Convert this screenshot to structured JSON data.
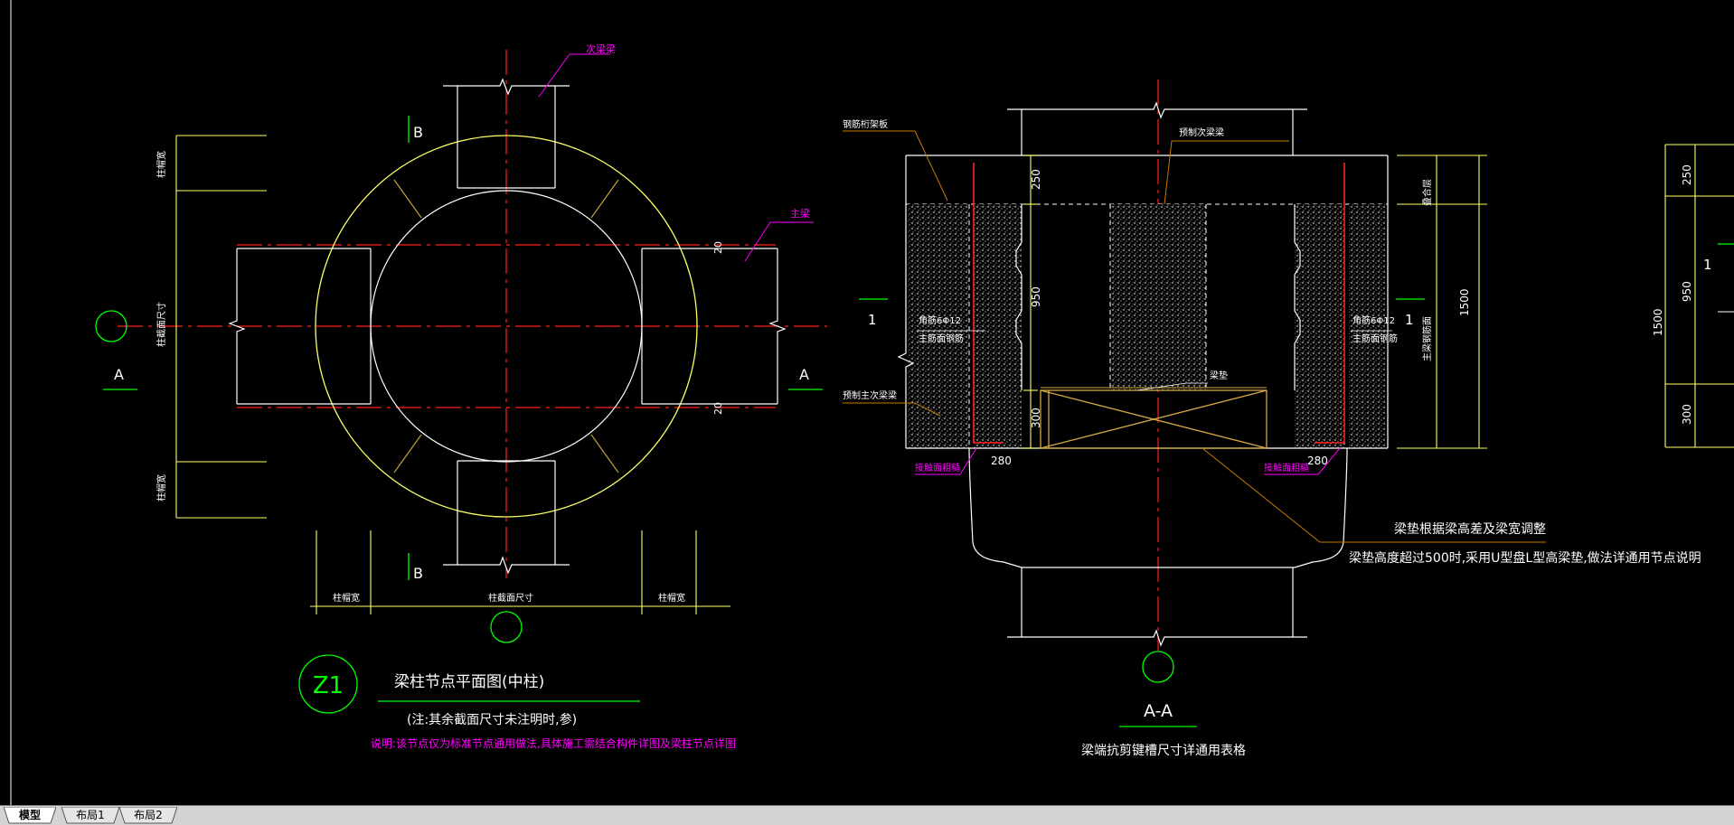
{
  "tabs": [
    {
      "label": "模型",
      "active": true
    },
    {
      "label": "布局1",
      "active": false
    },
    {
      "label": "布局2",
      "active": false
    }
  ],
  "plan": {
    "label_secondary_beam": "次梁梁",
    "label_main_beam": "主梁",
    "label_B": "B",
    "label_A": "A",
    "dim_20": "20",
    "dim_cap_width_top": "柱帽宽",
    "dim_cap_width_bottom": "柱帽宽",
    "dim_column_section": "柱截面尺寸",
    "dim_cap_width_left": "柱帽宽",
    "dim_cap_width_right": "柱帽宽",
    "dim_column_section_bottom": "柱截面尺寸",
    "tag": "Z1",
    "title": "梁柱节点平面图(中柱)",
    "note": "(注:其余截面尺寸未注明时,参)",
    "description": "说明:该节点仅为标准节点通用做法,具体施工需结合构件详图及梁柱节点详图"
  },
  "section": {
    "label_steel_form": "钢筋桁架板",
    "label_precast_beam": "预制次梁梁",
    "label_precast_main": "预制主次梁梁",
    "label_rebar_left": "角筋6Φ12",
    "label_rebar_left2": "主筋面钢筋",
    "label_rebar_right": "角筋6Φ12",
    "label_rebar_right2": "主筋面钢筋",
    "label_pad": "梁垫",
    "label_rough_left": "接触面粗糙",
    "label_rough_right": "接触面粗糙",
    "dim_250": "250",
    "dim_950": "950",
    "dim_300": "300",
    "dim_280_left": "280",
    "dim_280_right": "280",
    "dim_1500": "1500",
    "label_1_left": "1",
    "label_1_right": "1",
    "label_top_elev": "叠合层",
    "label_beam_top": "主梁钢筋面",
    "pad_note_1": "梁垫根据梁高差及梁宽调整",
    "pad_note_2": "梁垫高度超过500时,采用U型盘L型高梁垫,做法详通用节点说明",
    "title": "A-A",
    "subtitle": "梁端抗剪键槽尺寸详通用表格"
  },
  "partial": {
    "dim_250": "250",
    "dim_950": "950",
    "dim_300": "300",
    "dim_1500": "1500",
    "label_1": "1"
  },
  "colors": {
    "white": "#ffffff",
    "yellow": "#ffff00",
    "red": "#ff2020",
    "green": "#00ff00",
    "magenta": "#ff00ff",
    "orange": "#c8a03c",
    "brown": "#c87800"
  }
}
